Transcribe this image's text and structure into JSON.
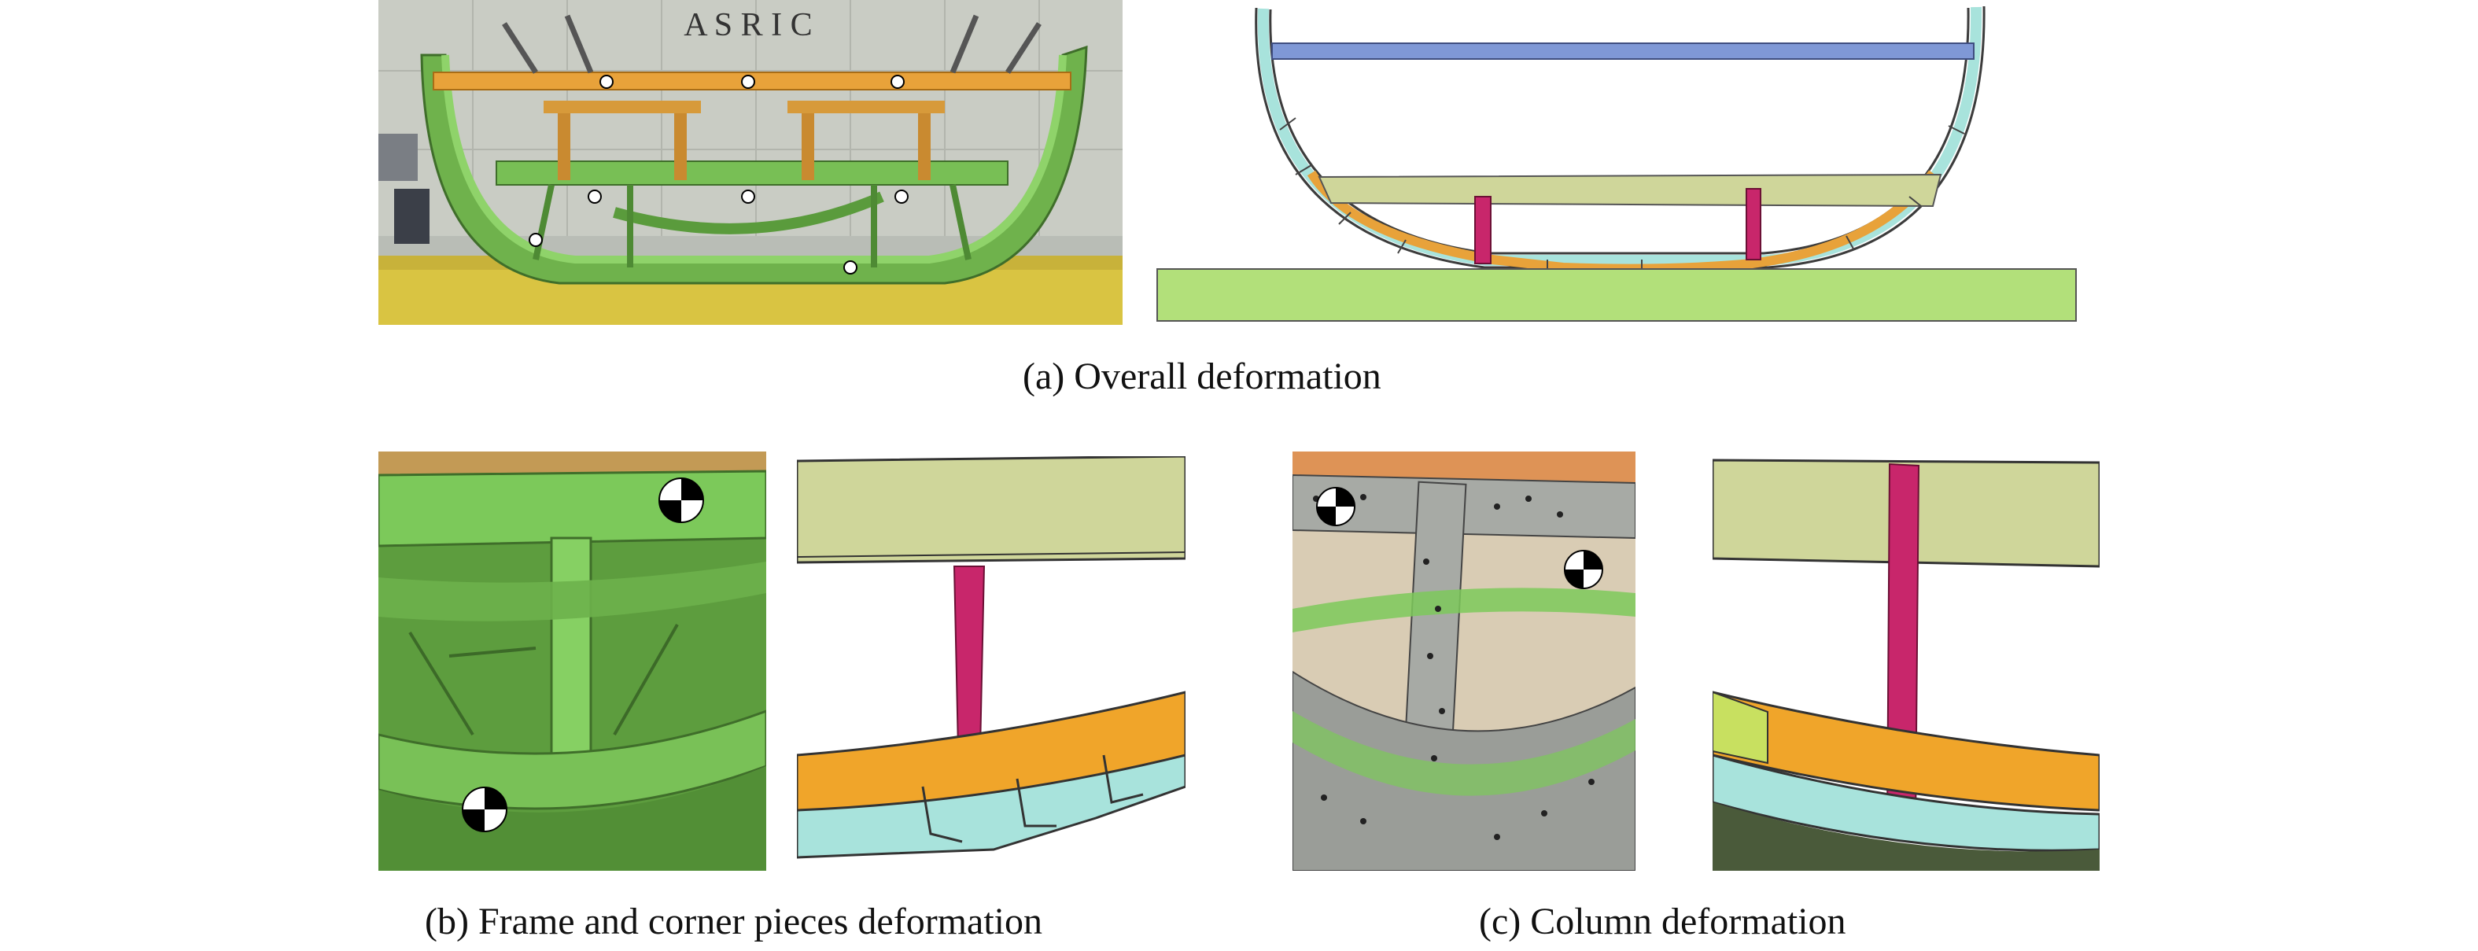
{
  "figure": {
    "panel_a": {
      "caption": "(a) Overall deformation",
      "photo_wall_text": "A S R I C"
    },
    "panel_b": {
      "caption": "(b) Frame and corner pieces deformation"
    },
    "panel_c": {
      "caption": "(c) Column deformation"
    }
  },
  "colors": {
    "frame_green": "#7cc95a",
    "beam_orange": "#e8a23a",
    "deck_olive": "#cfd69a",
    "column_magenta": "#c8266b",
    "skin_cyan": "#a8e3dc",
    "ground_green": "#b2e07a",
    "bar_blue": "#7f98d6"
  }
}
